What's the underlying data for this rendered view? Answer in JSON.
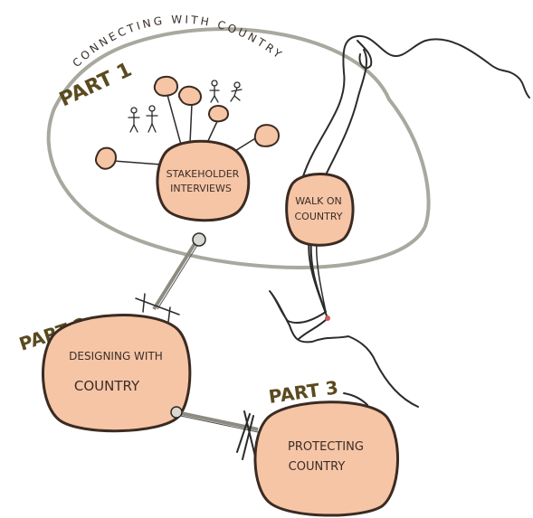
{
  "diagram": {
    "arc_title": "CONNECTING WITH COUNTRY",
    "part1": {
      "label": "PART 1",
      "stakeholder": {
        "line1": "STAKEHOLDER",
        "line2": "INTERVIEWS"
      },
      "walk": {
        "line1": "WALK ON",
        "line2": "COUNTRY"
      }
    },
    "part2": {
      "label": "PART 2",
      "node": {
        "line1": "DESIGNING WITH",
        "line2": "COUNTRY"
      }
    },
    "part3": {
      "label": "PART 3",
      "node": {
        "line1": "PROTECTING",
        "line2": "COUNTRY"
      }
    },
    "colors": {
      "blob_fill": "#f6c5a6",
      "outline": "#3b2b22",
      "part_label": "#5a4a1e",
      "river_teal": "#5b8f95",
      "river_red": "#d0585e",
      "loop_grey": "#a9a89f"
    }
  }
}
